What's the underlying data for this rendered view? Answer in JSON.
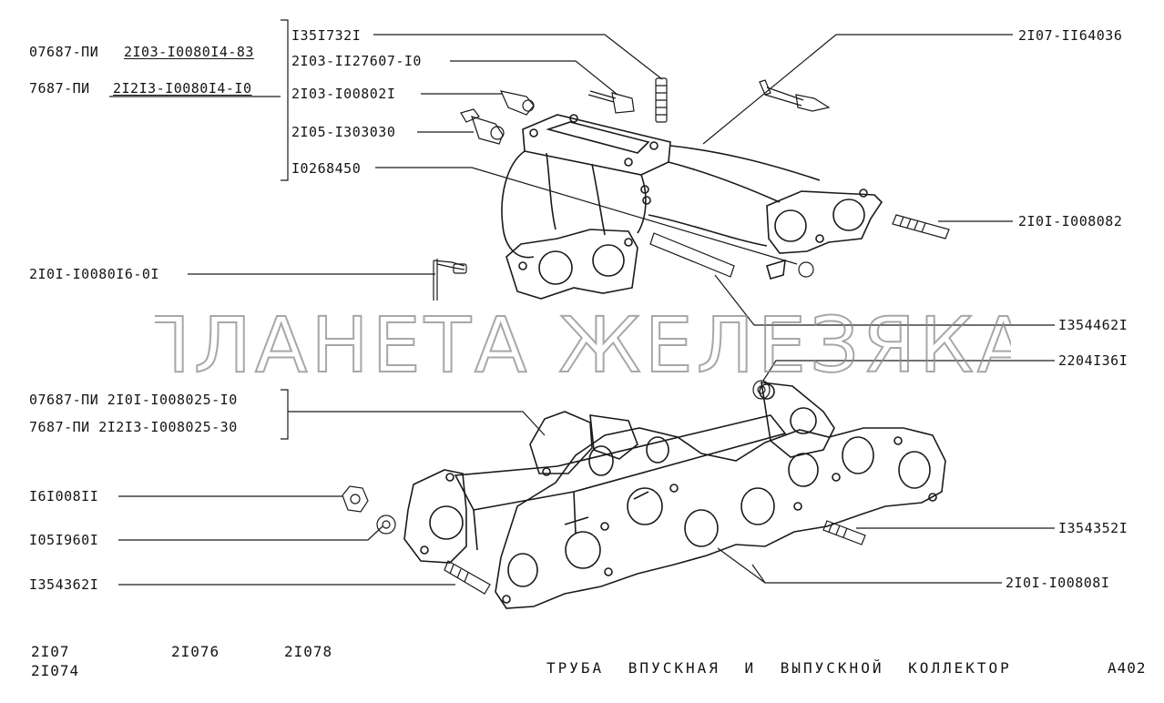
{
  "title": "ТРУБА  ВПУСКНАЯ  И  ВЫПУСКНОЙ  КОЛЛЕКТОР",
  "page_code": "А402",
  "models": {
    "m1": "2I07",
    "m2": "2I074",
    "m3": "2I076",
    "m4": "2I078"
  },
  "watermark": "ПЛАНЕТА ЖЕЛЕЗЯКА",
  "labels": {
    "l_07687_prefix": "07687-ПИ",
    "l_07687_part": "2I03-I0080I4-83",
    "l_7687_prefix": "7687-ПИ",
    "l_7687_part": "2I2I3-I0080I4-I0",
    "p135i732i": "I35I732I",
    "p2103_1127607": "2I03-II27607-I0",
    "p2103_1008021": "2I03-I00802I",
    "p2105_1303030": "2I05-I303030",
    "p10268450": "I0268450",
    "p2107_1164036": "2I07-II64036",
    "p2101_1008082": "2I0I-I008082",
    "p2101_1008016": "2I0I-I0080I6-0I",
    "p13544621": "I354462I",
    "p22041361": "2204I36I",
    "p_07687_bottom": "07687-ПИ 2I0I-I008025-I0",
    "p_7687_bottom": "7687-ПИ 2I2I3-I008025-30",
    "p16100811": "I6I008II",
    "p10519601": "I05I960I",
    "p13543621": "I354362I",
    "p13543521": "I354352I",
    "p2101_1008081": "2I0I-I00808I"
  }
}
